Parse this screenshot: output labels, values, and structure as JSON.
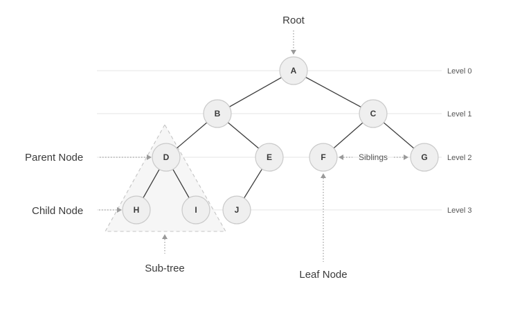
{
  "nodes": {
    "A": "A",
    "B": "B",
    "C": "C",
    "D": "D",
    "E": "E",
    "F": "F",
    "G": "G",
    "H": "H",
    "I": "I",
    "J": "J"
  },
  "levels": [
    "Level 0",
    "Level 1",
    "Level 2",
    "Level 3"
  ],
  "annotations": {
    "root": "Root",
    "parent_node": "Parent Node",
    "child_node": "Child Node",
    "sub_tree": "Sub-tree",
    "leaf_node": "Leaf Node",
    "siblings": "Siblings"
  },
  "colors": {
    "node_fill": "#efefef",
    "edge": "#3d3d3d",
    "annotation_arrow": "#9a9a9a"
  }
}
